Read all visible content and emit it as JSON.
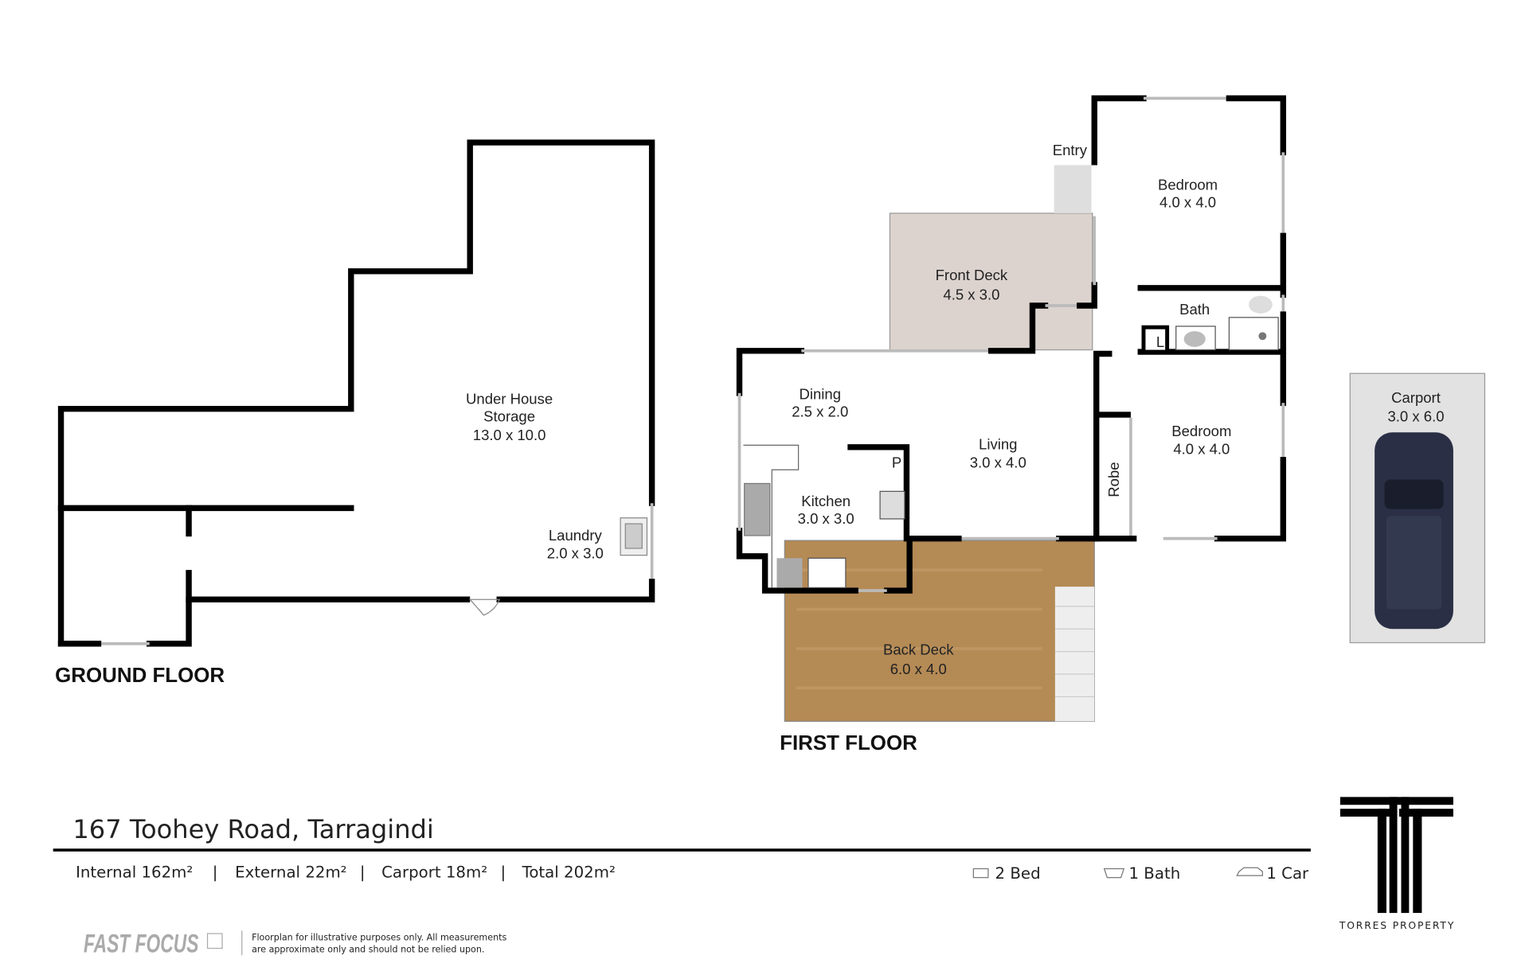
{
  "floors": {
    "ground": {
      "title": "GROUND FLOOR",
      "rooms": [
        {
          "name": "Under House",
          "name2": "Storage",
          "size": "13.0 x 10.0"
        },
        {
          "name": "Laundry",
          "size": "2.0 x 3.0"
        }
      ]
    },
    "first": {
      "title": "FIRST FLOOR",
      "rooms": [
        {
          "name": "Entry"
        },
        {
          "name": "Bedroom",
          "size": "4.0 x 4.0"
        },
        {
          "name": "Front Deck",
          "size": "4.5 x 3.0"
        },
        {
          "name": "Bath"
        },
        {
          "name": "Dining",
          "size": "2.5 x 2.0"
        },
        {
          "name": "Living",
          "size": "3.0 x 4.0"
        },
        {
          "name": "Bedroom",
          "size": "4.0 x 4.0"
        },
        {
          "name": "Robe"
        },
        {
          "name": "Kitchen",
          "size": "3.0 x 3.0"
        },
        {
          "name": "Back Deck",
          "size": "6.0 x 4.0"
        },
        {
          "name": "P"
        },
        {
          "name": "L"
        }
      ]
    },
    "carport": {
      "name": "Carport",
      "size": "3.0 x 6.0"
    }
  },
  "address": "167 Toohey Road, Tarragindi",
  "areas": [
    "Internal 162m²",
    "|",
    "External 22m²",
    "|",
    "Carport 18m²",
    "|",
    "Total 202m²"
  ],
  "features": [
    {
      "icon": "bed-icon",
      "label": "2 Bed"
    },
    {
      "icon": "bath-icon",
      "label": "1 Bath"
    },
    {
      "icon": "car-icon",
      "label": "1 Car"
    }
  ],
  "brand": {
    "name": "TORRES PROPERTY"
  },
  "footer": {
    "logo": "FAST FOCUS",
    "disclaimer_line1": "Floorplan for illustrative purposes only. All measurements",
    "disclaimer_line2": "are approximate only and should not be relied upon."
  },
  "colors": {
    "front_deck": "#dcd3cf",
    "back_deck": "#b48a55",
    "car": "#2a2f45"
  }
}
